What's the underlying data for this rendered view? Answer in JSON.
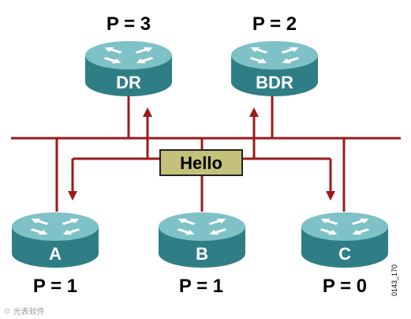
{
  "colors": {
    "link": "#9b1b1b",
    "router_top": "#7ec1c6",
    "router_side": "#2f7e86",
    "router_arrow": "#ffffff",
    "hello_fill": "#c4c17a",
    "hello_border": "#222222"
  },
  "routers": [
    {
      "id": "dr",
      "label": "DR",
      "priority": "P = 3"
    },
    {
      "id": "bdr",
      "label": "BDR",
      "priority": "P = 2"
    },
    {
      "id": "a",
      "label": "A",
      "priority": "P = 1"
    },
    {
      "id": "b",
      "label": "B",
      "priority": "P = 1"
    },
    {
      "id": "c",
      "label": "C",
      "priority": "P = 0"
    }
  ],
  "hello_label": "Hello",
  "figure_code": "0143_170",
  "watermark": "☉ 光表软件",
  "icons": {
    "router": "router-icon",
    "arrow": "arrow-icon"
  }
}
